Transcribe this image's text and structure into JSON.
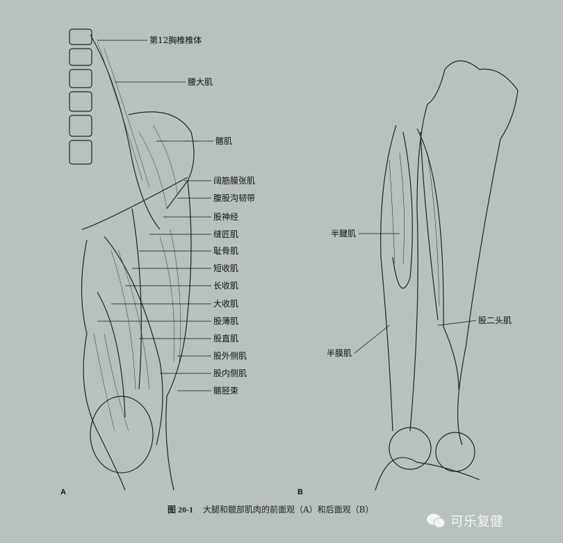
{
  "figure": {
    "panel_a_label": "A",
    "panel_b_label": "B",
    "caption_number": "图 20-1",
    "caption_text": "大腿和髋部肌肉的前面观（A）和后面观（B）",
    "watermark": "可乐复健"
  },
  "labels_a": [
    "第12胸椎椎体",
    "腰大肌",
    "髂肌",
    "阔筋膜张肌",
    "腹股沟韧带",
    "股神经",
    "缝匠肌",
    "耻骨肌",
    "短收肌",
    "长收肌",
    "大收肌",
    "股薄肌",
    "股直肌",
    "股外侧肌",
    "股内侧肌",
    "髂胫束"
  ],
  "labels_b": [
    "半腱肌",
    "半膜肌",
    "股二头肌"
  ],
  "colors": {
    "background": "#b7c2bc",
    "ink": "#111111"
  }
}
